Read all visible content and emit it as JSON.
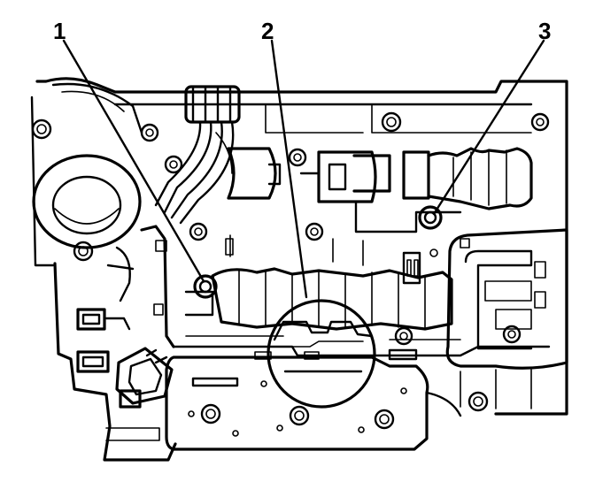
{
  "callouts": [
    {
      "label": "1"
    },
    {
      "label": "2"
    },
    {
      "label": "3"
    }
  ],
  "colors": {
    "line": "#000000",
    "background": "#ffffff"
  }
}
